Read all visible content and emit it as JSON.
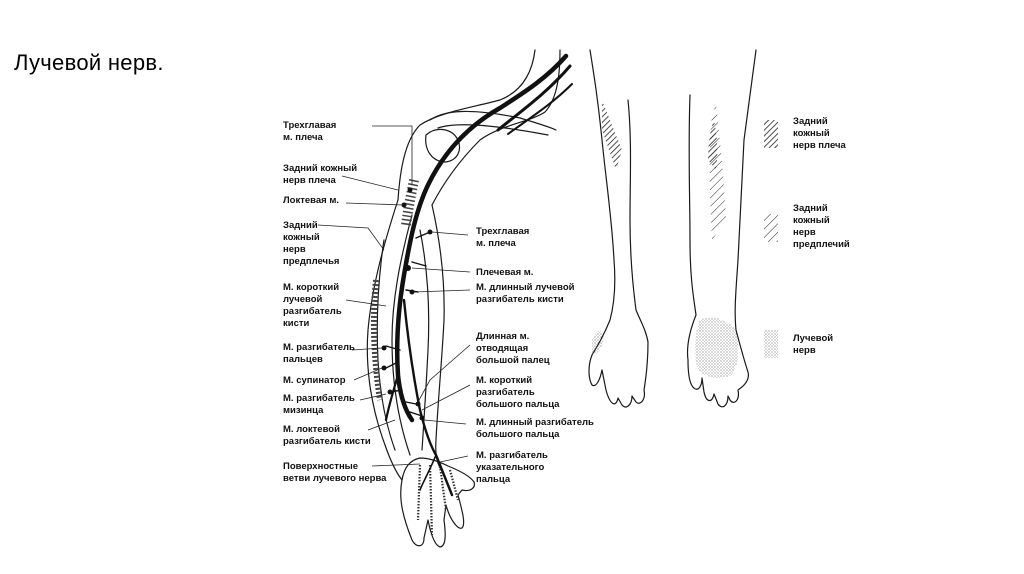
{
  "slide": {
    "title": "Лучевой нерв."
  },
  "left_labels": [
    [
      "Трехглавая",
      "м. плеча"
    ],
    [
      "Задний кожный",
      "нерв плеча"
    ],
    [
      "Локтевая м."
    ],
    [
      "Задний",
      "кожный",
      "нерв",
      "предплечья"
    ],
    [
      "М. короткий",
      "лучевой",
      "разгибатель",
      "кисти"
    ],
    [
      "М. разгибатель",
      "пальцев"
    ],
    [
      "М. супинатор"
    ],
    [
      "М. разгибатель",
      "мизинца"
    ],
    [
      "М. локтевой",
      "разгибатель кисти"
    ],
    [
      "Поверхностные",
      "ветви лучевого нерва"
    ]
  ],
  "right_labels": [
    [
      "Трехглавая",
      "м. плеча"
    ],
    [
      "Плечевая м."
    ],
    [
      "М. длинный лучевой",
      "разгибатель кисти"
    ],
    [
      "Длинная м.",
      "отводящая",
      "большой палец"
    ],
    [
      "М. короткий",
      "разгибатель",
      "большого пальца"
    ],
    [
      "М. длинный разгибатель",
      "большого пальца"
    ],
    [
      "М. разгибатель",
      "указательного",
      "пальца"
    ]
  ],
  "legend": [
    {
      "lines": [
        "Задний",
        "кожный",
        "нерв плеча"
      ],
      "pattern": "hatch-dense"
    },
    {
      "lines": [
        "Задний",
        "кожный",
        "нерв",
        "предплечий"
      ],
      "pattern": "hatch-sparse"
    },
    {
      "lines": [
        "Лучевой",
        "нерв"
      ],
      "pattern": "dots"
    }
  ]
}
